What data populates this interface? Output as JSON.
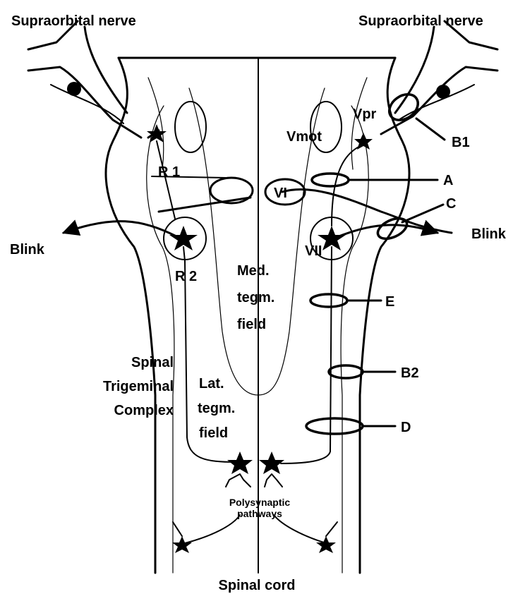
{
  "labels": {
    "supraorbital_left": "Supraorbital nerve",
    "supraorbital_right": "Supraorbital nerve",
    "vpr": "Vpr",
    "vmot": "Vmot",
    "vi": "VI",
    "vii": "VII",
    "r1": "R 1",
    "r2": "R 2",
    "blink_left": "Blink",
    "blink_right": "Blink",
    "b1": "B1",
    "b2": "B2",
    "a": "A",
    "c": "C",
    "d": "D",
    "e": "E",
    "med_tegm_1": "Med.",
    "med_tegm_2": "tegm.",
    "med_tegm_3": "field",
    "lat_tegm_1": "Lat.",
    "lat_tegm_2": "tegm.",
    "lat_tegm_3": "field",
    "stc_1": "Spinal",
    "stc_2": "Trigeminal",
    "stc_3": "Complex",
    "poly_1": "Polysynaptic",
    "poly_2": "pathways",
    "spinal_cord": "Spinal cord"
  },
  "colors": {
    "stroke": "#000000",
    "background": "#ffffff"
  }
}
